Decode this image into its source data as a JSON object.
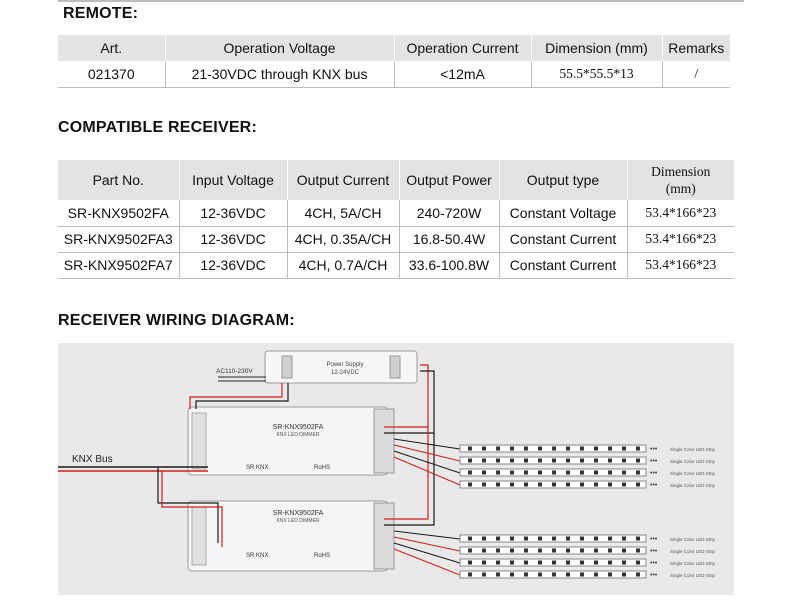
{
  "remote": {
    "heading": "REMOTE:",
    "columns": [
      "Art.",
      "Operation Voltage",
      "Operation Current",
      "Dimension (mm)",
      "Remarks"
    ],
    "row": [
      "021370",
      "21-30VDC through KNX bus",
      "<12mA",
      "55.5*55.5*13",
      "/"
    ]
  },
  "receiver": {
    "heading": "COMPATIBLE RECEIVER:",
    "columns": [
      "Part No.",
      "Input Voltage",
      "Output Current",
      "Output Power",
      "Output type"
    ],
    "dimension_header": [
      "Dimension",
      "(mm)"
    ],
    "rows": [
      [
        "SR-KNX9502FA",
        "12-36VDC",
        "4CH, 5A/CH",
        "240-720W",
        "Constant Voltage",
        "53.4*166*23"
      ],
      [
        "SR-KNX9502FA3",
        "12-36VDC",
        "4CH, 0.35A/CH",
        "16.8-50.4W",
        "Constant Current",
        "53.4*166*23"
      ],
      [
        "SR-KNX9502FA7",
        "12-36VDC",
        "4CH, 0.7A/CH",
        "33.6-100.8W",
        "Constant Current",
        "53.4*166*23"
      ]
    ]
  },
  "wiring": {
    "heading": "RECEIVER WIRING DIAGRAM:",
    "knx_bus_label": "KNX Bus",
    "ac_label": "AC110-230V",
    "power_supply_label": [
      "Power Supply",
      "12-24VDC"
    ],
    "device_1": [
      "SR-KNX9502FA",
      "KNX LED DIMMER"
    ],
    "device_2": [
      "SR-KNX9502FA",
      "KNX LED DIMMER"
    ],
    "device_brand": "SR KNX",
    "device_rohs": "RoHS",
    "strip_label": "Single Color LED Strip"
  },
  "colors": {
    "wire_red": "#d21f1f",
    "wire_black": "#1a1a1a",
    "header_bg": "#e3e3e3",
    "diagram_bg": "#e9e9e9"
  }
}
